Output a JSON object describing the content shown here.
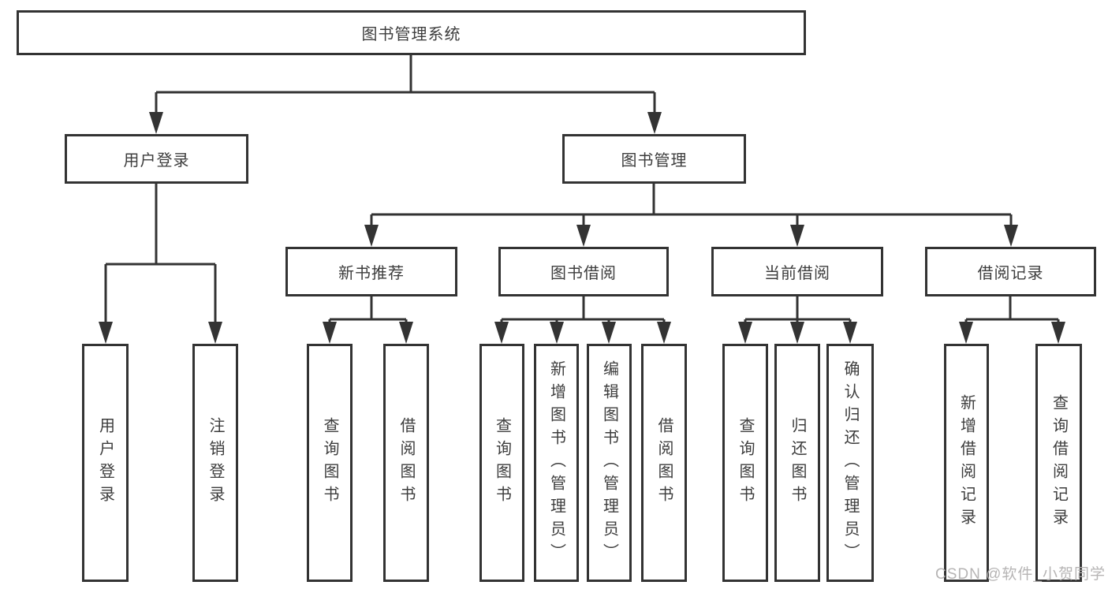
{
  "colors": {
    "line": "#333333",
    "node_border": "#333333",
    "node_text": "#3d3d3d",
    "background": "#ffffff",
    "watermark_text_color": "#b3b1b1"
  },
  "watermark": "CSDN @软件_小贺同学",
  "tree": {
    "root": "图书管理系统",
    "branches": [
      {
        "label": "用户登录",
        "children": [
          "用户登录",
          "注销登录"
        ]
      },
      {
        "label": "图书管理",
        "groups": [
          {
            "label": "新书推荐",
            "children": [
              "查询图书",
              "借阅图书"
            ]
          },
          {
            "label": "图书借阅",
            "children": [
              "查询图书",
              "新增图书（管理员）",
              "编辑图书（管理员）",
              "借阅图书"
            ]
          },
          {
            "label": "当前借阅",
            "children": [
              "查询图书",
              "归还图书",
              "确认归还（管理员）"
            ]
          },
          {
            "label": "借阅记录",
            "children": [
              "新增借阅记录",
              "查询借阅记录"
            ]
          }
        ]
      }
    ]
  }
}
